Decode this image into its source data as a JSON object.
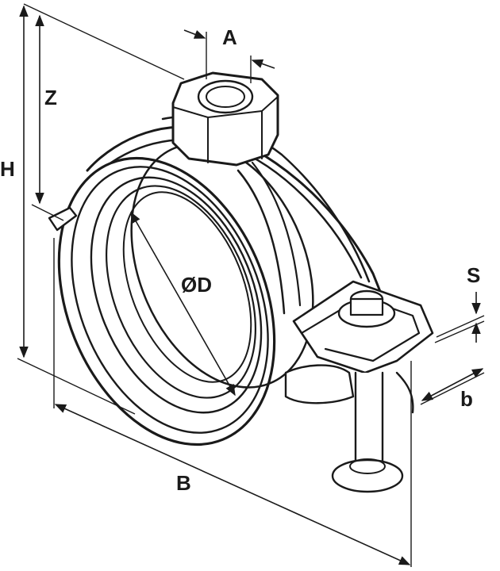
{
  "labels": {
    "A": "A",
    "Z": "Z",
    "H": "H",
    "D": "ØD",
    "S": "S",
    "b": "b",
    "B": "B"
  },
  "colors": {
    "line": "#1a1a1a",
    "background": "#ffffff"
  }
}
